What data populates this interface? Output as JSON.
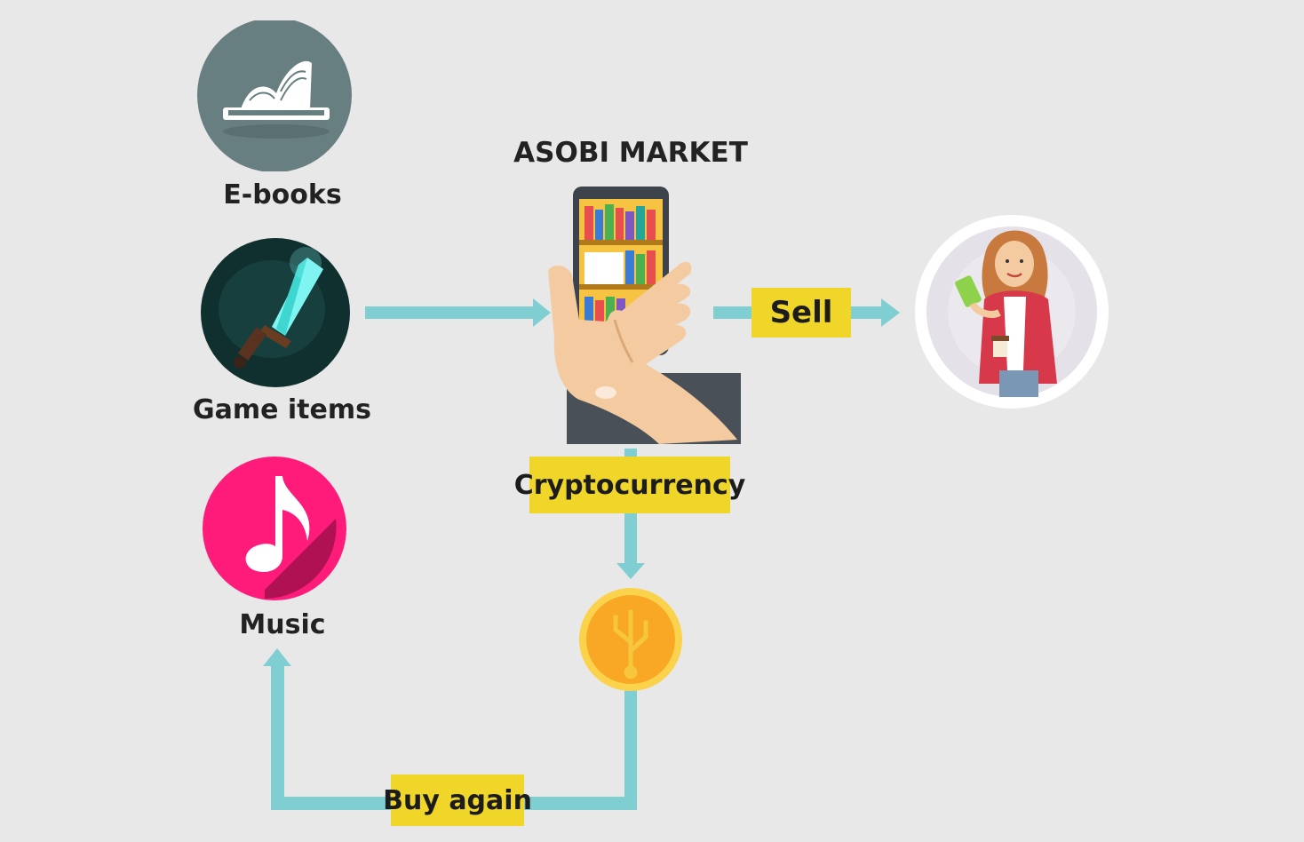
{
  "diagram": {
    "market_title": "ASOBI MARKET",
    "items": [
      {
        "label": "E-books",
        "icon": "open-book-icon"
      },
      {
        "label": "Game items",
        "icon": "crystal-sword-icon"
      },
      {
        "label": "Music",
        "icon": "music-note-icon"
      }
    ],
    "flow_labels": {
      "sell": "Sell",
      "cryptocurrency": "Cryptocurrency",
      "buy_again": "Buy again"
    },
    "icons": {
      "market": "smartphone-bookshelf-icon",
      "buyer": "woman-with-phone-icon",
      "coin": "crypto-coin-icon"
    },
    "colors": {
      "background": "#e9e8e8",
      "arrow": "#7fcfd2",
      "highlight": "#f0d628",
      "ebooks_circle": "#687f82",
      "game_circle": "#10302f",
      "music_circle": "#ff1b7a",
      "coin": "#f9a825"
    }
  }
}
